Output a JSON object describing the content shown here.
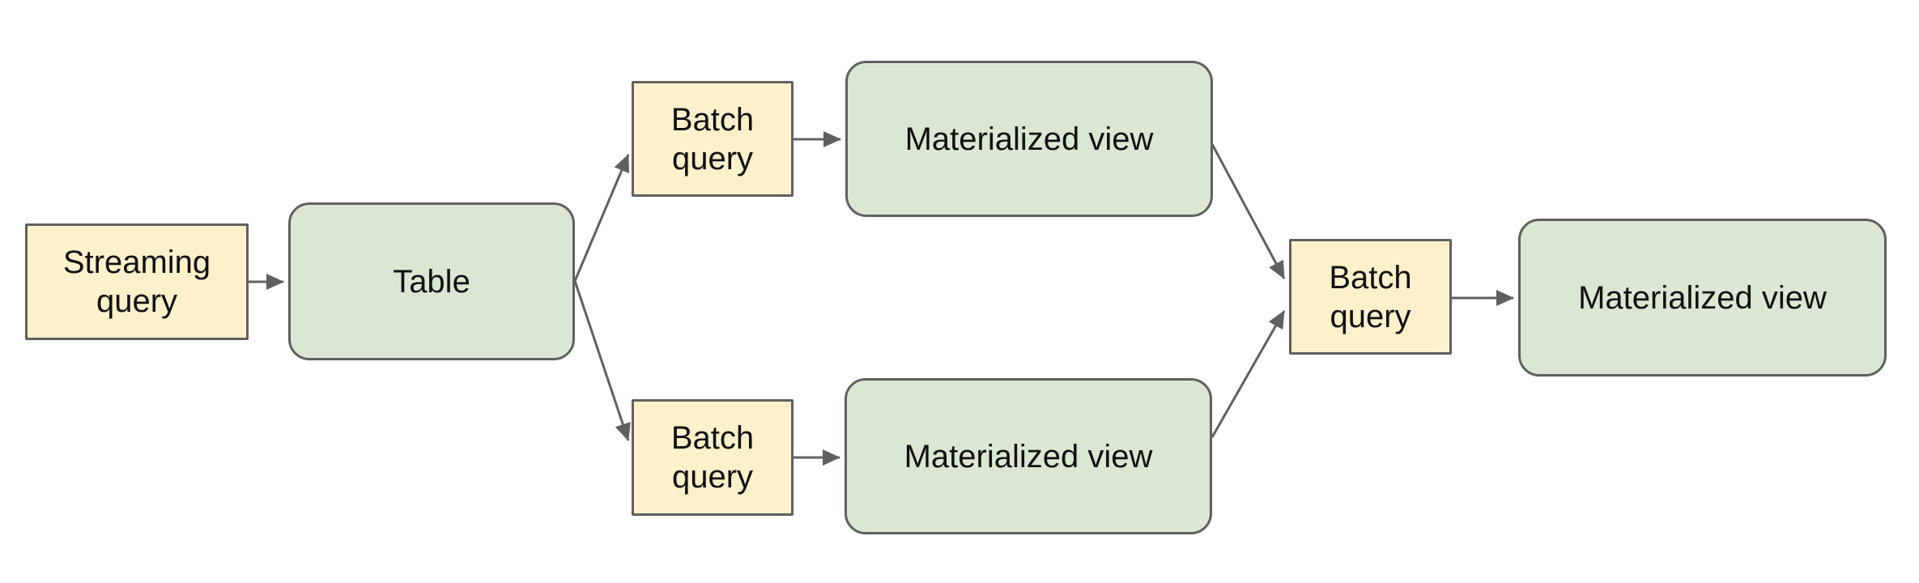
{
  "diagram": {
    "background_color": "#ffffff",
    "colors": {
      "query_box_fill": "#fcf1cb",
      "table_box_fill": "#dbe7d2",
      "box_outline": "#606060",
      "arrow": "#606060",
      "text": "#111111"
    },
    "nodes": [
      {
        "id": "streaming-query",
        "label": "Streaming query",
        "kind": "query"
      },
      {
        "id": "table",
        "label": "Table",
        "kind": "table"
      },
      {
        "id": "batch-query-top",
        "label": "Batch query",
        "kind": "query"
      },
      {
        "id": "materialized-view-top",
        "label": "Materialized view",
        "kind": "table"
      },
      {
        "id": "batch-query-bottom",
        "label": "Batch query",
        "kind": "query"
      },
      {
        "id": "materialized-view-bottom",
        "label": "Materialized view",
        "kind": "table"
      },
      {
        "id": "batch-query-final",
        "label": "Batch query",
        "kind": "query"
      },
      {
        "id": "materialized-view-final",
        "label": "Materialized view",
        "kind": "table"
      }
    ],
    "edges": [
      {
        "from": "streaming-query",
        "to": "table"
      },
      {
        "from": "table",
        "to": "batch-query-top"
      },
      {
        "from": "table",
        "to": "batch-query-bottom"
      },
      {
        "from": "batch-query-top",
        "to": "materialized-view-top"
      },
      {
        "from": "batch-query-bottom",
        "to": "materialized-view-bottom"
      },
      {
        "from": "materialized-view-top",
        "to": "batch-query-final"
      },
      {
        "from": "materialized-view-bottom",
        "to": "batch-query-final"
      },
      {
        "from": "batch-query-final",
        "to": "materialized-view-final"
      }
    ]
  }
}
